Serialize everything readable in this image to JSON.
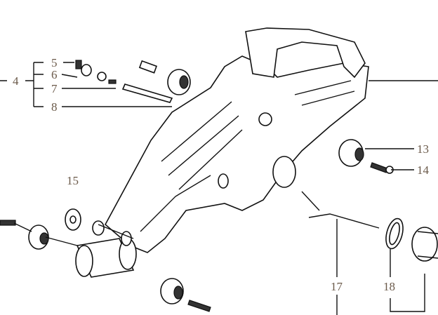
{
  "diagram": {
    "type": "exploded parts diagram",
    "labels": [
      "4",
      "5",
      "6",
      "7",
      "8",
      "13",
      "14",
      "15",
      "17",
      "18"
    ],
    "colors": {
      "label": "#6b5a4a",
      "line": "#111111"
    }
  }
}
